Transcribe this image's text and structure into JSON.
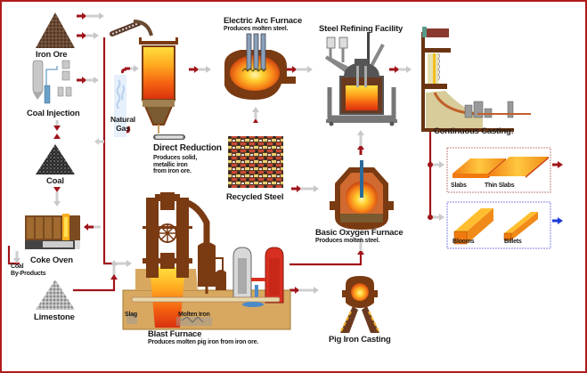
{
  "title": "Steelmaking Process Flow",
  "colors": {
    "frame": "#b01c1c",
    "arrow_red": "#a0141a",
    "arrow_gray": "#c8c8c8",
    "arrow_blue": "#1a3adb",
    "rust": "#7a3a12",
    "molten": "#f47a14",
    "molten_light": "#ffd23a",
    "slab_box_border": "#c08080",
    "billet_box_border": "#8080e0"
  },
  "inputs": {
    "iron_ore": "Iron Ore",
    "coal_injection": "Coal Injection",
    "coal": "Coal",
    "coke_oven": "Coke Oven",
    "coal_by_products": [
      "Coal",
      "By-Products"
    ],
    "limestone": "Limestone",
    "natural_gas": [
      "Natural",
      "Gas"
    ],
    "recycled_steel": "Recycled Steel"
  },
  "processes": {
    "direct_reduction": {
      "title": "Direct Reduction",
      "desc": [
        "Produces solid,",
        "metallic iron",
        "from iron ore."
      ]
    },
    "electric_arc_furnace": {
      "title": "Electric Arc Furnace",
      "desc": "Produces molten steel."
    },
    "steel_refining": {
      "title": "Steel Refining Facility"
    },
    "continuous_casting": {
      "title": "Continuous Casting:"
    },
    "basic_oxygen_furnace": {
      "title": "Basic Oxygen Furnace",
      "desc": "Produces molten steel."
    },
    "blast_furnace": {
      "title": "Blast Furnace",
      "desc": "Produces molten pig iron from iron ore.",
      "slag": "Slag",
      "molten_iron": "Molten Iron"
    },
    "pig_iron_casting": {
      "title": "Pig Iron Casting"
    }
  },
  "products": {
    "flat": [
      "Slabs",
      "Thin Slabs"
    ],
    "long": [
      "Blooms",
      "Billets"
    ]
  }
}
